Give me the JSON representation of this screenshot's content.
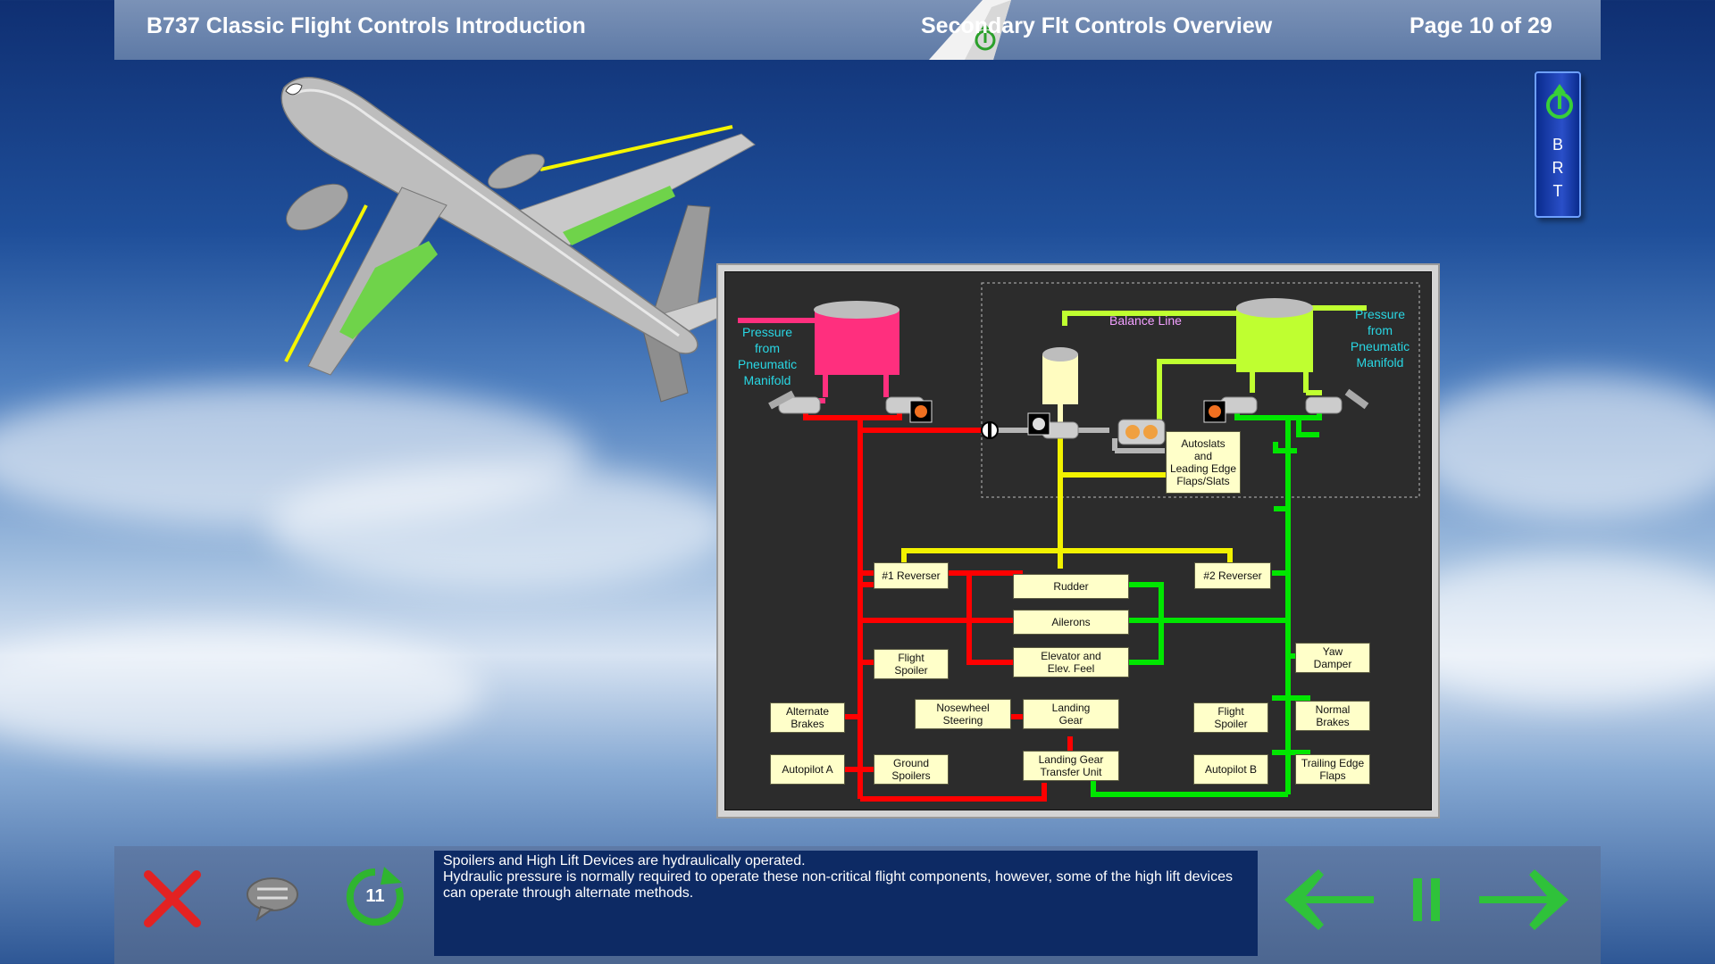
{
  "header": {
    "course_title": "B737 Classic Flight Controls Introduction",
    "section_title": "Secondary Flt Controls Overview",
    "page_indicator": "Page 10 of 29"
  },
  "side_badge": {
    "letters": [
      "B",
      "R",
      "T"
    ]
  },
  "diagram": {
    "left_pressure_label": [
      "Pressure",
      "from",
      "Pneumatic",
      "Manifold"
    ],
    "right_pressure_label": [
      "Pressure",
      "from",
      "Pneumatic",
      "Manifold"
    ],
    "balance_line": "Balance Line",
    "boxes": {
      "autoslats": [
        "Autoslats",
        "and",
        "Leading Edge",
        "Flaps/Slats"
      ],
      "reverser1": "#1 Reverser",
      "reverser2": "#2 Reverser",
      "rudder": "Rudder",
      "ailerons": "Ailerons",
      "elevator": [
        "Elevator and",
        "Elev. Feel"
      ],
      "flight_spoiler_a": [
        "Flight",
        "Spoiler"
      ],
      "yaw_damper": [
        "Yaw",
        "Damper"
      ],
      "alternate_brakes": [
        "Alternate",
        "Brakes"
      ],
      "nosewheel": [
        "Nosewheel",
        "Steering"
      ],
      "landing_gear": [
        "Landing",
        "Gear"
      ],
      "flight_spoiler_b": [
        "Flight",
        "Spoiler"
      ],
      "normal_brakes": [
        "Normal",
        "Brakes"
      ],
      "autopilot_a": "Autopilot A",
      "ground_spoilers": [
        "Ground",
        "Spoilers"
      ],
      "transfer_unit": [
        "Landing Gear",
        "Transfer Unit"
      ],
      "autopilot_b": "Autopilot B",
      "trailing_edge": [
        "Trailing Edge",
        "Flaps"
      ]
    }
  },
  "caption": {
    "line1": "Spoilers and High Lift Devices are hydraulically operated.",
    "line2": "Hydraulic pressure is normally required to operate these non-critical flight  components, however, some of the high lift devices can operate through alternate methods."
  },
  "controls": {
    "replay_number": "11",
    "icons": [
      "close-icon",
      "comment-icon",
      "replay-icon",
      "back-arrow-icon",
      "pause-icon",
      "next-arrow-icon"
    ]
  },
  "colors": {
    "system_a": "#ff0000",
    "system_b": "#00e600",
    "standby": "#f2f200",
    "reservoir_a": "#ff2f7e",
    "reservoir_b": "#bfff30",
    "reservoir_standby": "#fffcc0",
    "header_bg": "#6d86af",
    "caption_bg": "#0d2a64"
  }
}
